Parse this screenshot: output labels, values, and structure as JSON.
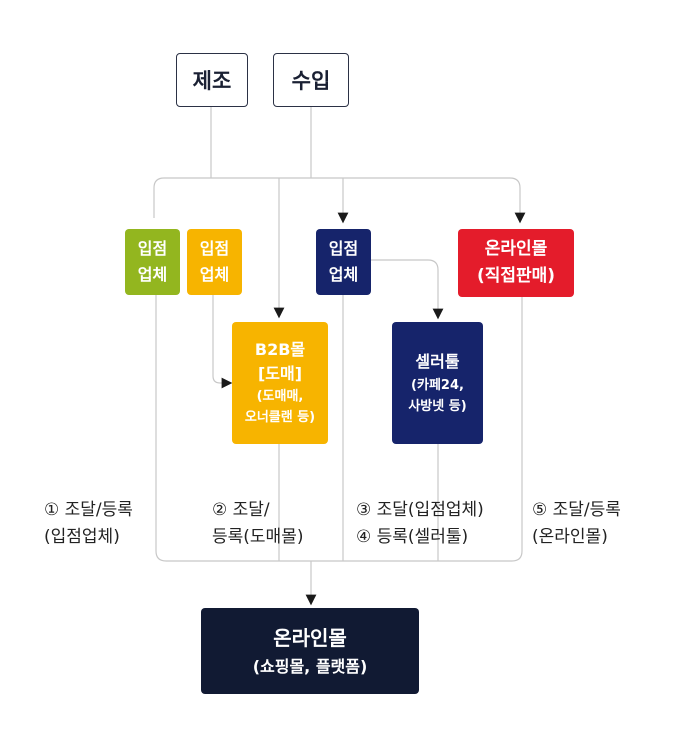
{
  "sources": {
    "manufacture": "제조",
    "import": "수입"
  },
  "channels": {
    "store_a": [
      "입점",
      "업체"
    ],
    "store_b": [
      "입점",
      "업체"
    ],
    "store_c": [
      "입점",
      "업체"
    ],
    "online_direct": [
      "온라인몰",
      "(직접판매)"
    ]
  },
  "b2b_mall": {
    "title": "B2B몰",
    "subtitle": "[도매]",
    "detail": [
      "(도매매,",
      "오너클랜 등)"
    ]
  },
  "seller_tool": {
    "title": "셀러툴",
    "detail": [
      "(카페24,",
      "사방넷 등)"
    ]
  },
  "steps": {
    "s1": [
      "① 조달/등록",
      "(입점업체)"
    ],
    "s2": [
      "② 조달/",
      "등록(도매몰)"
    ],
    "s34": [
      "③ 조달(입점업체)",
      "④ 등록(셀러툴)"
    ],
    "s5": [
      "⑤ 조달/등록",
      "(온라인몰)"
    ]
  },
  "target": {
    "title": "온라인몰",
    "subtitle": "(쇼핑몰, 플랫폼)"
  },
  "colors": {
    "green": "#93b61f",
    "yellow": "#f7b400",
    "navy": "#16246b",
    "red": "#e41c2b",
    "dark": "#111a33",
    "line": "#c8c8c8"
  }
}
